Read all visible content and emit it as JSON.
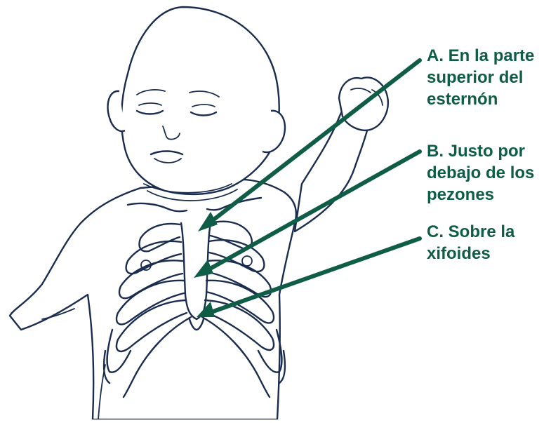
{
  "colors": {
    "accent": "#0f5d46",
    "ink": "#1b2d4f",
    "background": "#ffffff"
  },
  "labels": [
    {
      "id": "A",
      "lines": [
        "A. En la parte",
        "superior del",
        "esternón"
      ]
    },
    {
      "id": "B",
      "lines": [
        "B. Justo por",
        "debajo de los",
        "pezones"
      ]
    },
    {
      "id": "C",
      "lines": [
        "C. Sobre la",
        "xifoides"
      ]
    }
  ]
}
